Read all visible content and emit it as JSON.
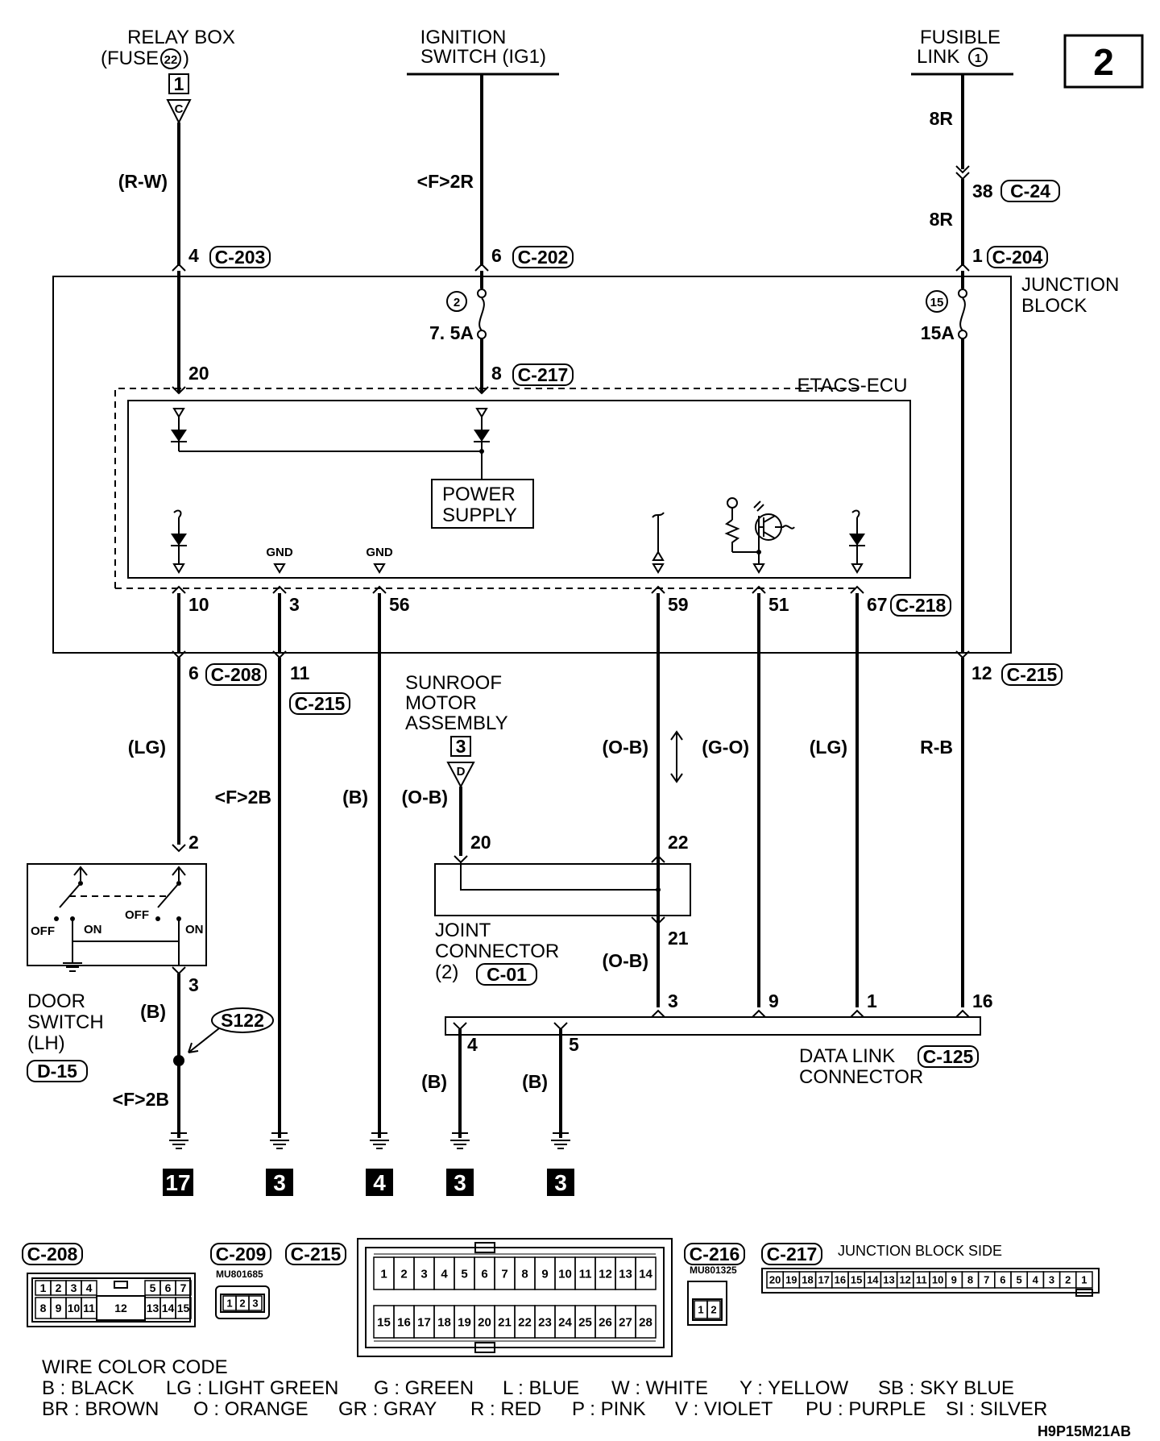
{
  "page_number": "2",
  "doc_code": "H9P15M21AB",
  "sources": {
    "relay_box": [
      "RELAY BOX",
      "(FUSE",
      ")"
    ],
    "relay_box_fuse": "22",
    "relay_box_term": "1",
    "relay_box_conn": "C",
    "ignition": [
      "IGNITION",
      "SWITCH (IG1)"
    ],
    "fusible": [
      "FUSIBLE",
      "LINK"
    ],
    "fusible_no": "1"
  },
  "wire_labels": {
    "rw": "(R-W)",
    "f2r": "<F>2R",
    "r8a": "8R",
    "r8b": "8R",
    "lg1": "(LG)",
    "f2b1": "<F>2B",
    "b1": "(B)",
    "ob1": "(O-B)",
    "ob2": "(O-B)",
    "go": "(G-O)",
    "lg2": "(LG)",
    "rb": "R-B",
    "b2": "(B)",
    "ob3": "(O-B)",
    "b3": "(B)",
    "b4": "(B)",
    "f2b2": "<F>2B"
  },
  "connectors": {
    "c203": "C-203",
    "c202": "C-202",
    "c204": "C-204",
    "c24": "C-24",
    "c217": "C-217",
    "c218": "C-218",
    "c208": "C-208",
    "c215a": "C-215",
    "c215b": "C-215",
    "c01": "C-01",
    "c125": "C-125",
    "d15": "D-15",
    "s122": "S122"
  },
  "pins": {
    "p4": "4",
    "p6": "6",
    "p1": "1",
    "p38": "38",
    "p20": "20",
    "p8": "8",
    "p10": "10",
    "p3": "3",
    "p56": "56",
    "p59": "59",
    "p51": "51",
    "p67": "67",
    "p6b": "6",
    "p11": "11",
    "p12": "12",
    "p2": "2",
    "p3b": "3",
    "p20b": "20",
    "p22": "22",
    "p21": "21",
    "p3c": "3",
    "p9": "9",
    "p1b": "1",
    "p16": "16",
    "p4b": "4",
    "p5": "5"
  },
  "junction_block": {
    "label": [
      "JUNCTION",
      "BLOCK"
    ],
    "fuse2_no": "2",
    "fuse2_rating": "7. 5A",
    "fuse15_no": "15",
    "fuse15_rating": "15A"
  },
  "etacs": {
    "label": "ETACS-ECU",
    "gnd1": "GND",
    "gnd2": "GND",
    "power": [
      "POWER",
      "SUPPLY"
    ]
  },
  "sunroof": {
    "label": [
      "SUNROOF",
      "MOTOR",
      "ASSEMBLY"
    ],
    "term": "3",
    "conn": "D"
  },
  "joint_connector": {
    "label": [
      "JOINT",
      "CONNECTOR",
      "(2)"
    ]
  },
  "door_switch": {
    "label": [
      "DOOR",
      "SWITCH",
      "(LH)"
    ],
    "off1": "OFF",
    "on1": "ON",
    "off2": "OFF",
    "on2": "ON"
  },
  "data_link": {
    "label": [
      "DATA LINK",
      "CONNECTOR"
    ]
  },
  "grounds": [
    "17",
    "3",
    "4",
    "3",
    "3"
  ],
  "connector_views": {
    "c208": {
      "title": "C-208",
      "top": [
        "1",
        "2",
        "3",
        "4",
        "5",
        "6",
        "7"
      ],
      "bottom": [
        "8",
        "9",
        "10",
        "11",
        "12",
        "13",
        "14",
        "15"
      ]
    },
    "c209": {
      "title": "C-209",
      "part": "MU801685",
      "pins": [
        "1",
        "2",
        "3"
      ]
    },
    "c215": {
      "title": "C-215",
      "top": [
        "1",
        "2",
        "3",
        "4",
        "5",
        "6",
        "7",
        "8",
        "9",
        "10",
        "11",
        "12",
        "13",
        "14"
      ],
      "bottom": [
        "15",
        "16",
        "17",
        "18",
        "19",
        "20",
        "21",
        "22",
        "23",
        "24",
        "25",
        "26",
        "27",
        "28"
      ]
    },
    "c216": {
      "title": "C-216",
      "part": "MU801325",
      "pins": [
        "1",
        "2"
      ]
    },
    "c217": {
      "title": "C-217",
      "side_label": "JUNCTION BLOCK SIDE",
      "pins": [
        "20",
        "19",
        "18",
        "17",
        "16",
        "15",
        "14",
        "13",
        "12",
        "11",
        "10",
        "9",
        "8",
        "7",
        "6",
        "5",
        "4",
        "3",
        "2",
        "1"
      ]
    }
  },
  "wire_color_code": {
    "title": "WIRE COLOR CODE",
    "row1": [
      "B : BLACK",
      "LG : LIGHT GREEN",
      "G : GREEN",
      "L : BLUE",
      "W : WHITE",
      "Y : YELLOW",
      "SB : SKY BLUE"
    ],
    "row2": [
      "BR : BROWN",
      "O : ORANGE",
      "GR : GRAY",
      "R : RED",
      "P : PINK",
      "V : VIOLET",
      "PU : PURPLE",
      "SI : SILVER"
    ]
  }
}
